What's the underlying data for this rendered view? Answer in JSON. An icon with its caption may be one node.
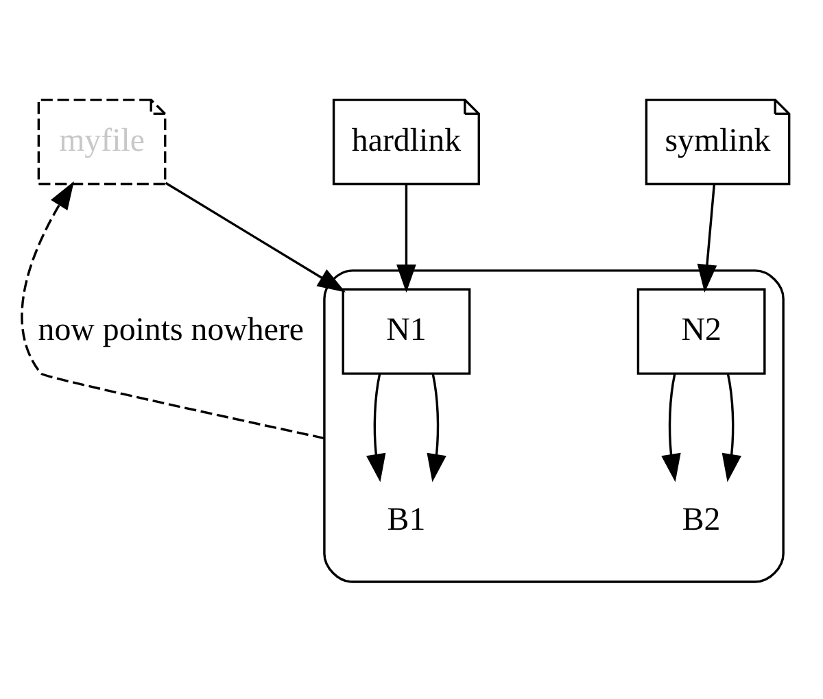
{
  "diagram": {
    "nodes": [
      {
        "text": [],
        "shape": "cylinder"
      },
      {
        "text": [
          "myfile"
        ]
      },
      {
        "text": [
          "hardlink"
        ]
      },
      {
        "text": [
          "symlink"
        ]
      },
      {
        "text": [
          "N1"
        ],
        "in": 0
      },
      {
        "text": [
          "N2"
        ],
        "in": 0
      },
      {
        "text": [
          "B1"
        ],
        "in": 0
      },
      {
        "text": [
          "B2"
        ],
        "in": 0
      }
    ],
    "edges": [
      {
        "from": 1,
        "to": 4,
        "arrow": "to"
      },
      {
        "from": 2,
        "to": 4,
        "arrow": "to"
      },
      {
        "from": 3,
        "to": 5,
        "arrow": "to"
      },
      {
        "from": 4,
        "to": 6,
        "arrow": "to"
      },
      {
        "from": 4,
        "to": 6,
        "arrow": "to"
      },
      {
        "from": 5,
        "to": 7,
        "arrow": "to"
      },
      {
        "from": 5,
        "to": 7,
        "arrow": "to"
      },
      {
        "from": 0,
        "to": 1,
        "arrow": "to",
        "style": "dashed",
        "label": "now points nowhere"
      }
    ]
  }
}
